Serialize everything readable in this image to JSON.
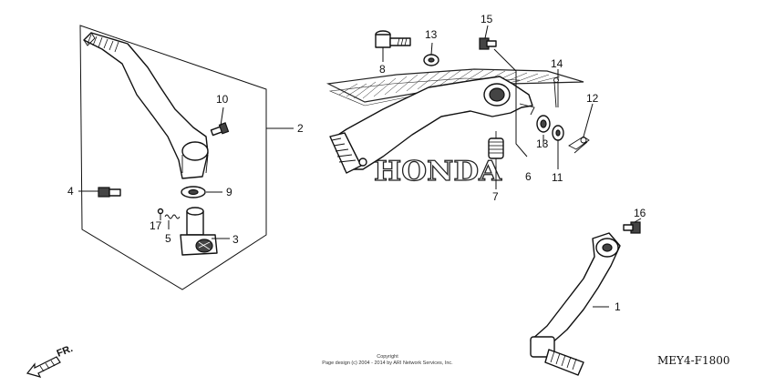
{
  "callouts": {
    "c1": "1",
    "c2": "2",
    "c3": "3",
    "c4": "4",
    "c5": "5",
    "c6": "6",
    "c7": "7",
    "c8": "8",
    "c9": "9",
    "c10": "10",
    "c11": "11",
    "c12": "12",
    "c13a": "13",
    "c13b": "13",
    "c14": "14",
    "c15": "15",
    "c16": "16",
    "c17": "17"
  },
  "watermark": "HONDA",
  "copyright_line1": "Copyright",
  "copyright_line2": "Page design (c) 2004 - 2014 by ARI Network Services, Inc.",
  "diagram_code": "MEY4-F1800",
  "direction_label": "FR."
}
